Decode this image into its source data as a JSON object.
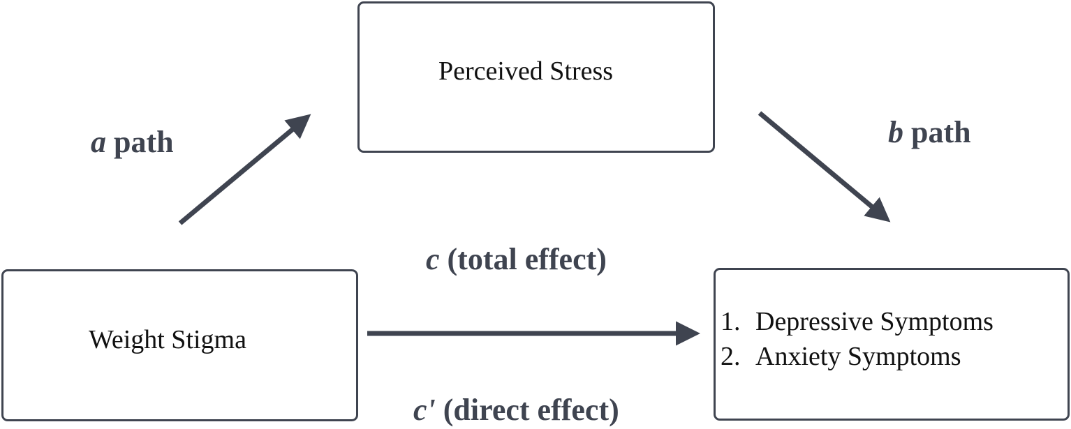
{
  "mediator": {
    "label": "Perceived Stress"
  },
  "predictor": {
    "label": "Weight Stigma"
  },
  "outcomes": {
    "items": [
      {
        "num": "1.",
        "label": "Depressive Symptoms"
      },
      {
        "num": "2.",
        "label": "Anxiety Symptoms"
      }
    ]
  },
  "paths": {
    "a": {
      "symbol": "a",
      "text": " path"
    },
    "b": {
      "symbol": "b",
      "text": " path"
    },
    "c": {
      "symbol": "c",
      "text": " (total effect)"
    },
    "c_prime": {
      "symbol": "c'",
      "text": " (direct effect)"
    }
  },
  "colors": {
    "arrow": "#3f4450",
    "border": "#3f4450",
    "text": "#111111"
  }
}
